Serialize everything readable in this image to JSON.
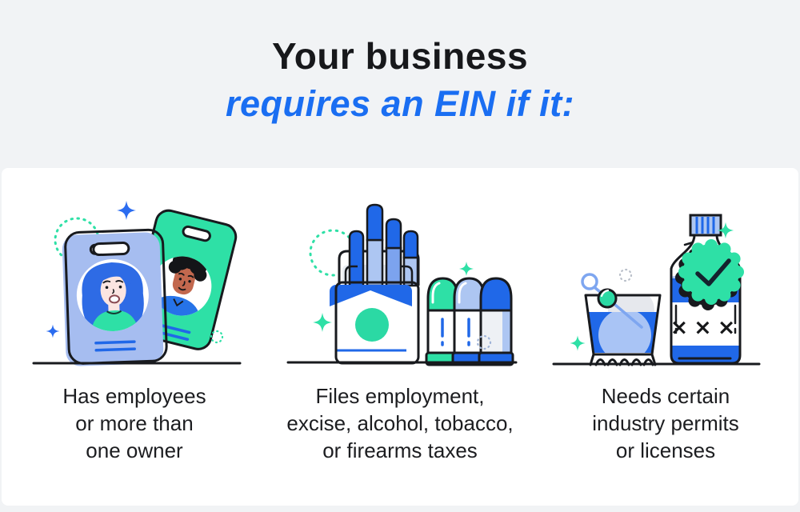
{
  "header": {
    "title_line1": "Your business",
    "title_line2": "requires an EIN if it:"
  },
  "columns": [
    {
      "id": "employees",
      "illustration": "id-badges-with-two-people",
      "caption_lines": [
        "Has employees",
        "or more than",
        "one owner"
      ]
    },
    {
      "id": "taxes",
      "illustration": "cigarette-pack-and-bullets",
      "caption_lines": [
        "Files employment,",
        "excise, alcohol, tobacco,",
        "or firearms taxes"
      ]
    },
    {
      "id": "permits",
      "illustration": "liquor-glass-and-bottle-with-approval-seal",
      "caption_lines": [
        "Needs certain",
        "industry permits",
        "or licenses"
      ]
    }
  ],
  "illustration_labels": {
    "bottle_xxx": "×××"
  },
  "colors": {
    "background_gray": "#f1f3f5",
    "card_white": "#ffffff",
    "title_black": "#17181b",
    "title_blue": "#1a6ef2",
    "primary_blue": "#2068e8",
    "light_blue": "#a9c4f3",
    "periwinkle": "#a6bdf0",
    "teal_green": "#2ee0a6",
    "outline_black": "#181a1e",
    "body_text": "#1c1d20"
  }
}
